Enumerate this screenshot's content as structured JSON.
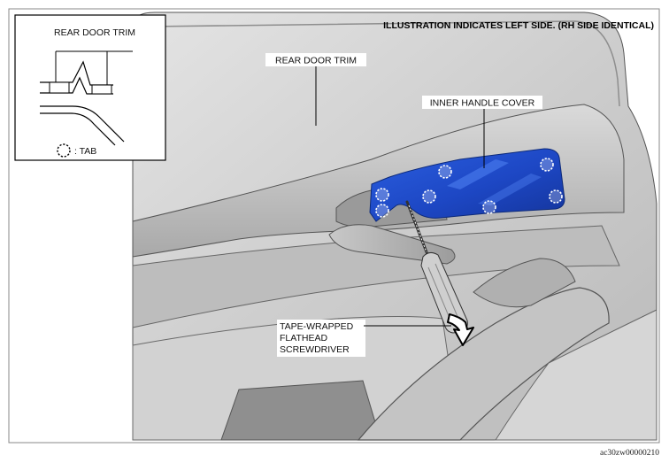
{
  "header": {
    "note": "ILLUSTRATION INDICATES LEFT SIDE. (RH SIDE IDENTICAL)"
  },
  "inset": {
    "title": "REAR DOOR TRIM",
    "legend_text": ": TAB"
  },
  "labels": {
    "rear_door_trim": "REAR DOOR TRIM",
    "inner_handle_cover": "INNER HANDLE COVER",
    "tool_line1": "TAPE-WRAPPED",
    "tool_line2": "FLATHEAD",
    "tool_line3": "SCREWDRIVER"
  },
  "figure_code": "ac30zw00000210",
  "colors": {
    "cover_blue": "#1f4fcf",
    "trim_gray": "#cfcfcf",
    "background": "#ffffff"
  }
}
